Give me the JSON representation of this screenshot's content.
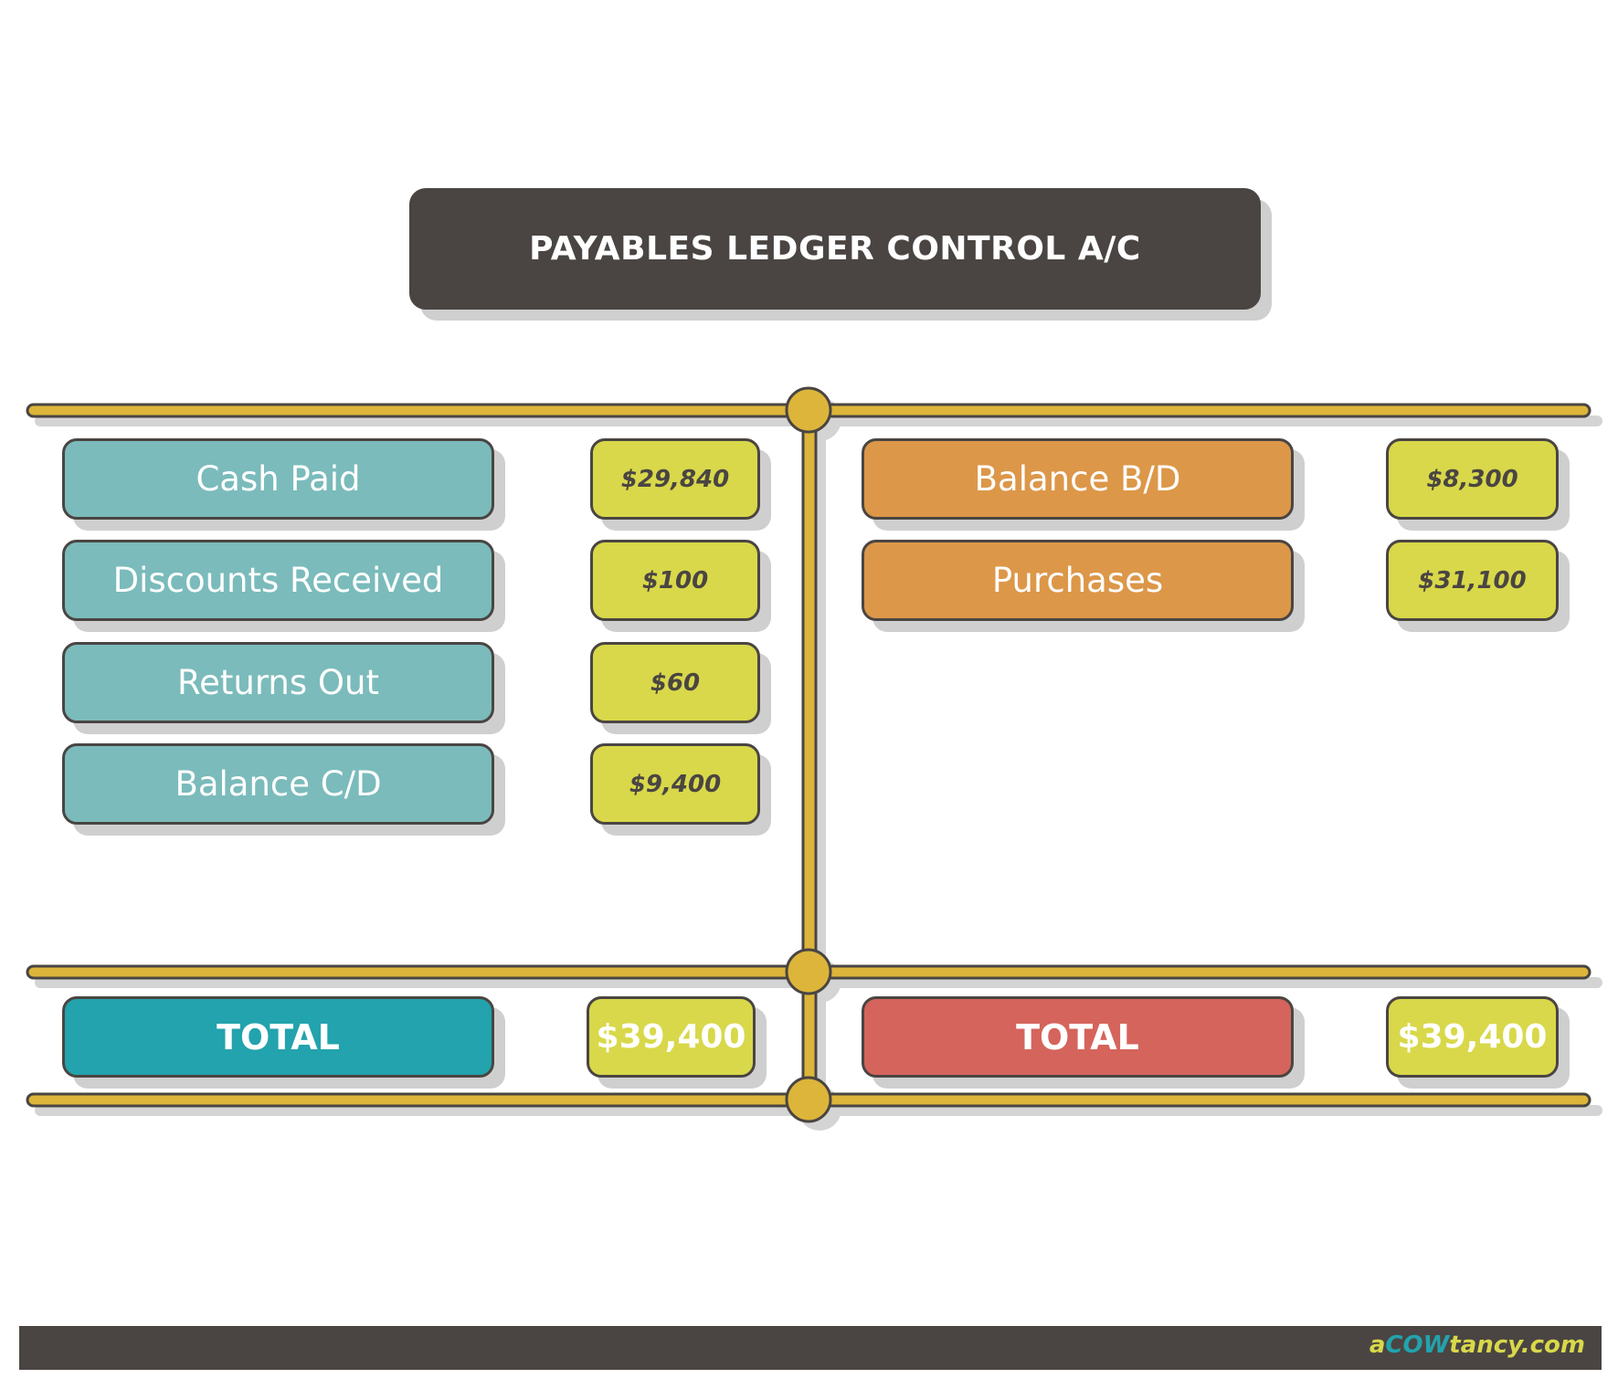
{
  "title": "PAYABLES LEDGER CONTROL A/C",
  "debit_side": {
    "items": [
      {
        "label": "Cash Paid",
        "amount": "$29,840"
      },
      {
        "label": "Discounts Received",
        "amount": "$100"
      },
      {
        "label": "Returns Out",
        "amount": "$60"
      },
      {
        "label": "Balance C/D",
        "amount": "$9,400"
      }
    ],
    "total_label": "TOTAL",
    "total_amount": "$39,400"
  },
  "credit_side": {
    "items": [
      {
        "label": "Balance B/D",
        "amount": "$8,300"
      },
      {
        "label": "Purchases",
        "amount": "$31,100"
      }
    ],
    "total_label": "TOTAL",
    "total_amount": "$39,400"
  },
  "footer": {
    "logo_prefix": "a",
    "logo_mid": "COW",
    "logo_suffix": "tancy.com"
  },
  "colors": {
    "dark": "#4a4542",
    "gold_line": "#dcb53a",
    "teal": "#7bbbbb",
    "orange": "#dc9749",
    "teal_total": "#22a3ad",
    "red_total": "#d5645c",
    "amount_yellow": "#d8d84a"
  }
}
